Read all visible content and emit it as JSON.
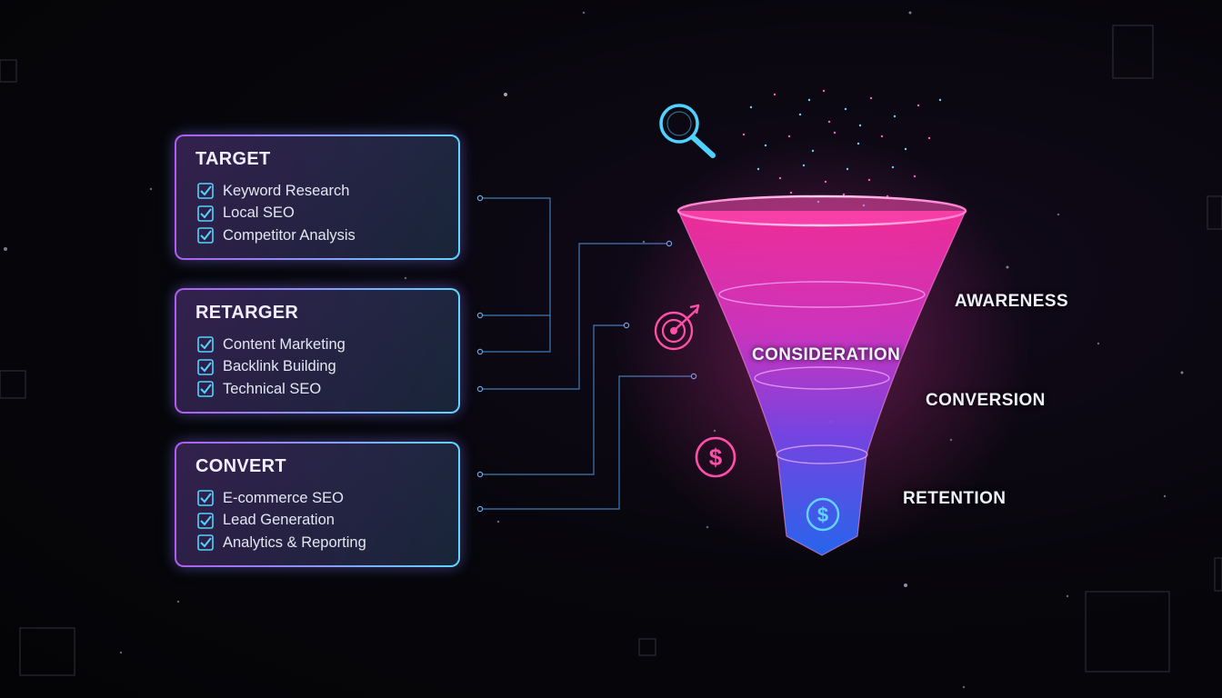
{
  "groups": [
    {
      "title": "TARGET",
      "items": [
        "Keyword Research",
        "Local SEO",
        "Competitor Analysis"
      ]
    },
    {
      "title": "RETARGER",
      "items": [
        "Content Marketing",
        "Backlink Building",
        "Technical SEO"
      ]
    },
    {
      "title": "CONVERT",
      "items": [
        "E-commerce SEO",
        "Lead Generation",
        "Analytics & Reporting"
      ]
    }
  ],
  "funnel": {
    "stages": [
      "AWARENESS",
      "CONSIDERATION",
      "CONVERSION",
      "RETENTION"
    ]
  },
  "icons": {
    "search": "magnifying-glass-icon",
    "target": "target-icon",
    "dollar": "dollar-coin-icon",
    "funnel_dollar": "dollar-coin-icon"
  },
  "colors": {
    "funnel_top": "#ff2fa0",
    "funnel_bottom": "#2a6dff",
    "card_border_left": "#b05cf0",
    "card_border_right": "#5fd6ff",
    "check": "#53d3ff",
    "connector": "#4a8fd0"
  }
}
